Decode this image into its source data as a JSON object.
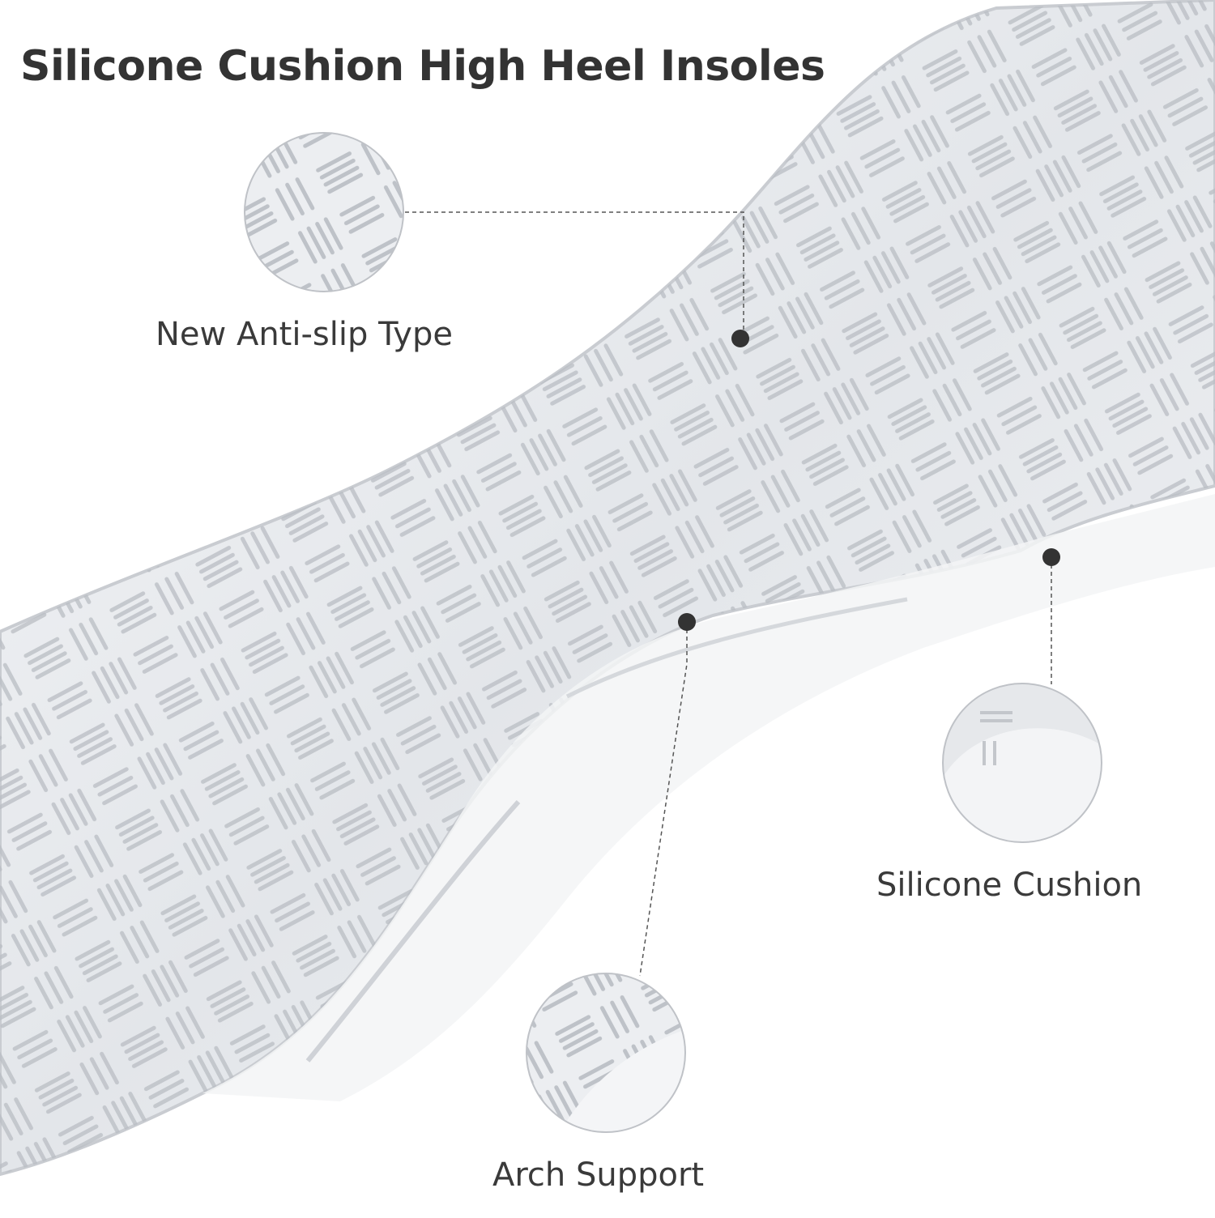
{
  "title": "Silicone Cushion High Heel Insoles",
  "callouts": [
    {
      "id": "anti_slip",
      "label": "New Anti-slip Type"
    },
    {
      "id": "silicone_cushion",
      "label": "Silicone Cushion"
    },
    {
      "id": "arch_support",
      "label": "Arch Support"
    }
  ],
  "colors": {
    "background": "#ffffff",
    "title_text": "#333333",
    "label_text": "#3a3a3a",
    "insole": "#e9ebee",
    "insole_edge": "#c9ccd1",
    "pattern": "#b9bdc3",
    "marker": "#333333",
    "leader_line": "#555555"
  }
}
